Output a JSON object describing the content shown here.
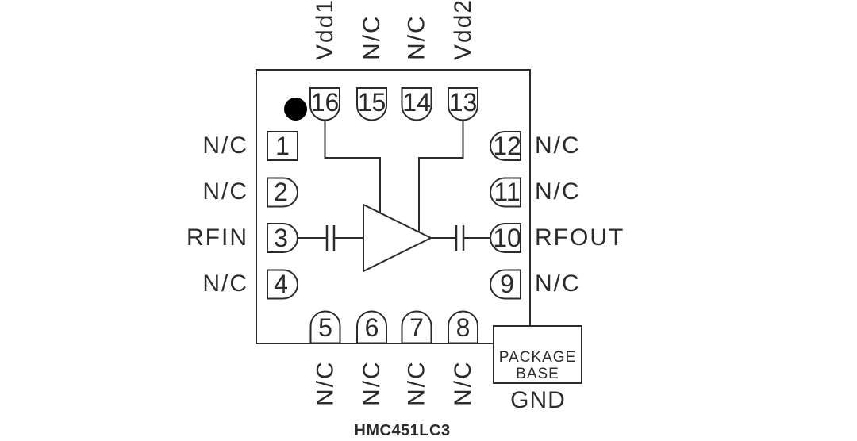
{
  "part_number": "HMC451LC3",
  "pins": {
    "top": [
      {
        "number": "16",
        "label": "Vdd1"
      },
      {
        "number": "15",
        "label": "N/C"
      },
      {
        "number": "14",
        "label": "N/C"
      },
      {
        "number": "13",
        "label": "Vdd2"
      }
    ],
    "left": [
      {
        "number": "1",
        "label": "N/C"
      },
      {
        "number": "2",
        "label": "N/C"
      },
      {
        "number": "3",
        "label": "RFIN"
      },
      {
        "number": "4",
        "label": "N/C"
      }
    ],
    "right": [
      {
        "number": "12",
        "label": "N/C"
      },
      {
        "number": "11",
        "label": "N/C"
      },
      {
        "number": "10",
        "label": "RFOUT"
      },
      {
        "number": "9",
        "label": "N/C"
      }
    ],
    "bottom": [
      {
        "number": "5",
        "label": "N/C"
      },
      {
        "number": "6",
        "label": "N/C"
      },
      {
        "number": "7",
        "label": "N/C"
      },
      {
        "number": "8",
        "label": "N/C"
      }
    ]
  },
  "package_base": {
    "line1": "PACKAGE",
    "line2": "BASE",
    "ground": "GND"
  },
  "colors": {
    "line": "#2b2b2b",
    "background": "#ffffff",
    "pin1_dot": "#000000"
  }
}
